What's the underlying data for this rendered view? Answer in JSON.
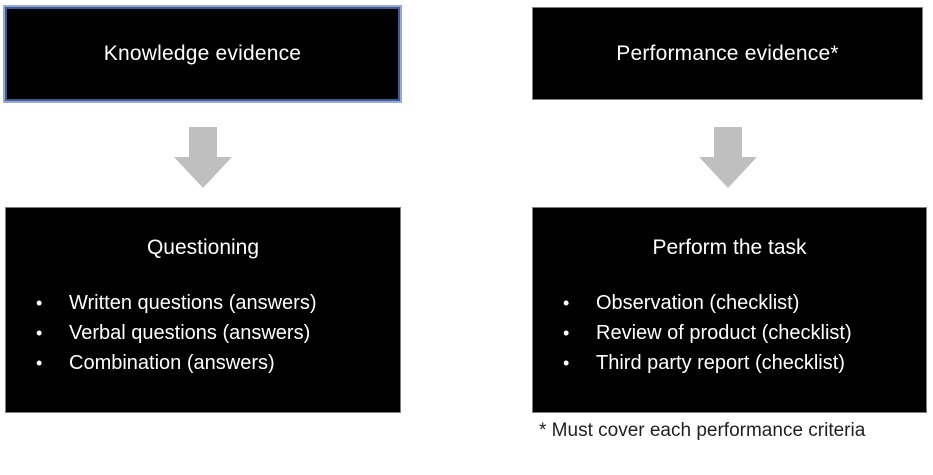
{
  "diagram": {
    "left": {
      "header": "Knowledge evidence",
      "body": {
        "title": "Questioning",
        "items": [
          "Written questions (answers)",
          "Verbal questions (answers)",
          "Combination (answers)"
        ]
      }
    },
    "right": {
      "header": "Performance evidence*",
      "body": {
        "title": "Perform the task",
        "items": [
          "Observation (checklist)",
          "Review of product (checklist)",
          "Third party report (checklist)"
        ]
      }
    },
    "footnote": "* Must cover each performance criteria"
  },
  "bullets": {
    "glyph": "•"
  },
  "icons": {
    "left_arrow": "down-arrow",
    "right_arrow": "down-arrow"
  },
  "colors": {
    "background": "#ffffff",
    "box_fill": "#000000",
    "box_text": "#ffffff",
    "selected_border": "#3d5b9b",
    "selected_border_halo": "#97a9d0",
    "plain_border": "#7f7f7f",
    "arrow": "#bfbfbf",
    "footnote_text": "#1f1f1f"
  }
}
